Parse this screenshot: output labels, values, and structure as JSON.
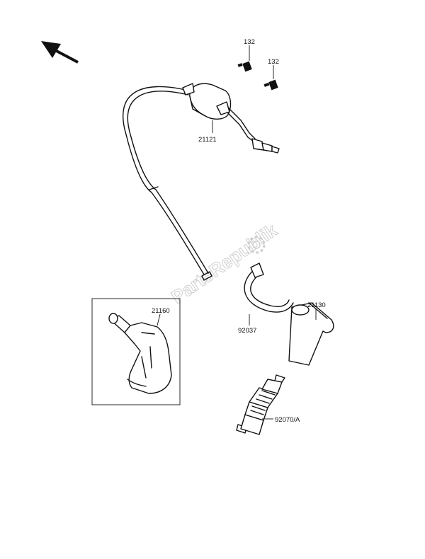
{
  "diagram": {
    "watermark": "PartsRepublik",
    "parts": [
      {
        "id": "bolt-1",
        "label": "132"
      },
      {
        "id": "bolt-2",
        "label": "132"
      },
      {
        "id": "ignition-coil",
        "label": "21121"
      },
      {
        "id": "clamp",
        "label": "92037"
      },
      {
        "id": "plug-cap",
        "label": "21130"
      },
      {
        "id": "plug-cap-alt",
        "label": "21160"
      },
      {
        "id": "spark-plug",
        "label": "92070/A"
      }
    ]
  }
}
